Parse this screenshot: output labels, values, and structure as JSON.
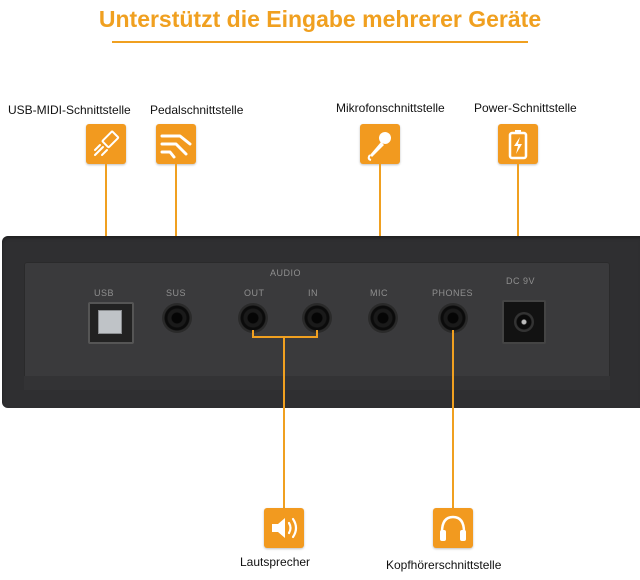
{
  "title": "Unterstützt die Eingabe mehrerer Geräte",
  "labels": {
    "usb": "USB-MIDI-Schnittstelle",
    "pedal": "Pedalschnittstelle",
    "mic": "Mikrofonschnittstelle",
    "power": "Power-Schnittstelle",
    "speaker": "Lautsprecher",
    "headphones": "Kopfhörerschnittstelle"
  },
  "panel_silkscreen": {
    "audio": "AUDIO",
    "out": "OUT",
    "in": "IN",
    "mic": "MIC",
    "phones": "PHONES",
    "dc": "DC 9V",
    "sus": "SUS",
    "usb": "USB"
  },
  "colors": {
    "accent": "#f29a1f",
    "panel": "#2f2f31",
    "text": "#111111"
  },
  "icons": [
    "usb-icon",
    "pedal-icon",
    "microphone-icon",
    "battery-icon",
    "speaker-icon",
    "headphones-icon"
  ]
}
